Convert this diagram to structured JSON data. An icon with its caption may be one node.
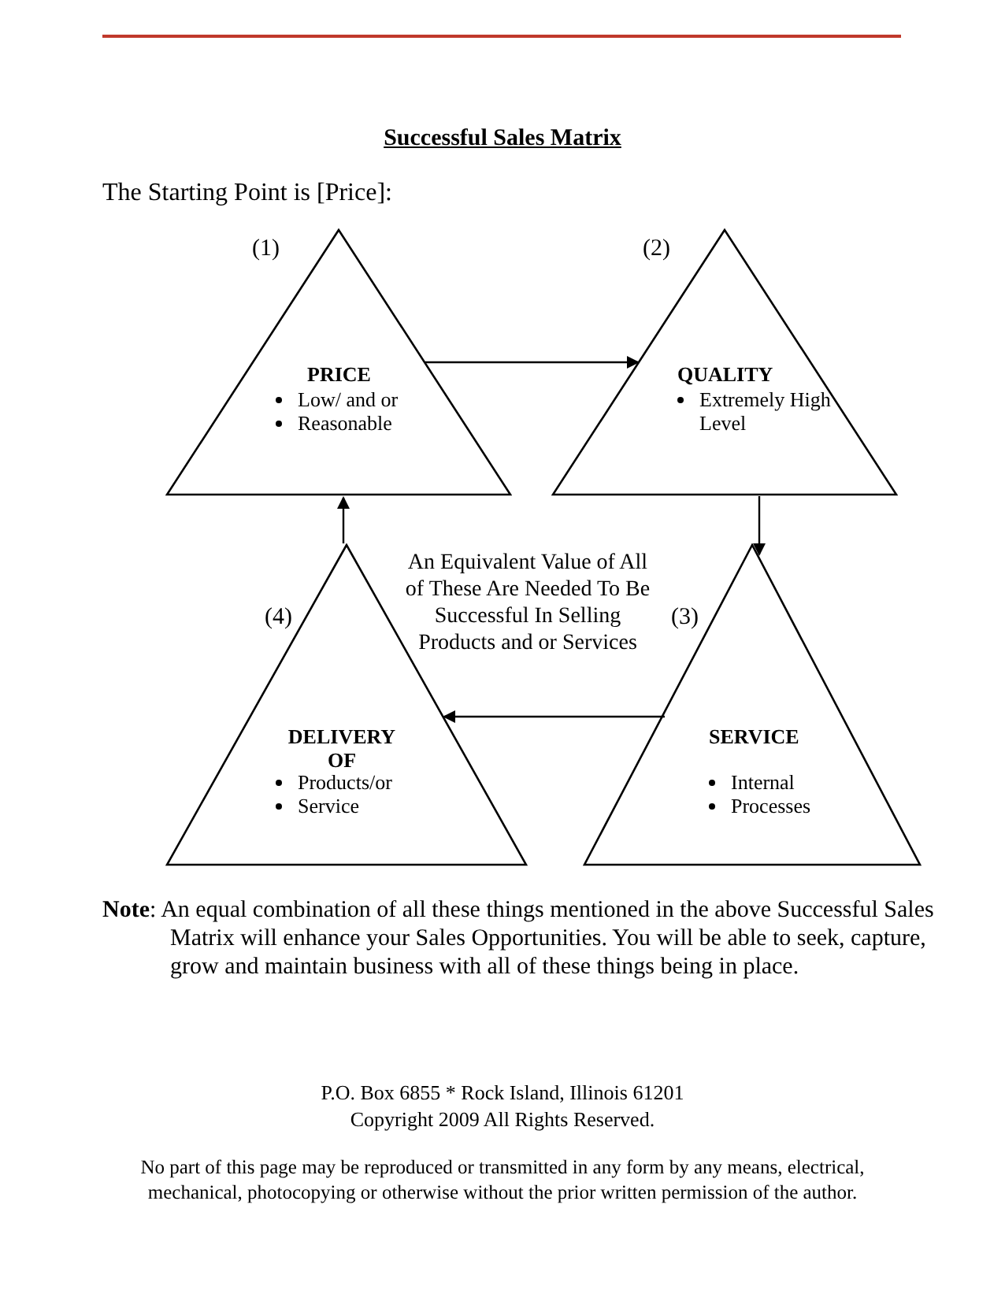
{
  "diagram": {
    "title": "Successful Sales Matrix",
    "nodes": [
      {
        "text": [
          "PRICE",
          "Low/ and or",
          "Reasonable"
        ],
        "beside": [
          "(1)"
        ]
      },
      {
        "text": [
          "QUALITY",
          "Extremely High Level"
        ],
        "beside": [
          "(2)"
        ]
      },
      {
        "text": [
          "SERVICE",
          "Internal",
          "Processes"
        ],
        "beside": [
          "(3)"
        ]
      },
      {
        "text": [
          "DELIVERY OF",
          "Products/or",
          "Service"
        ],
        "beside": [
          "(4)"
        ]
      }
    ],
    "edges": [
      {
        "from": 0,
        "to": 1,
        "arrow": "to"
      },
      {
        "from": 1,
        "to": 2,
        "arrow": "to"
      },
      {
        "from": 2,
        "to": 3,
        "arrow": "to"
      },
      {
        "from": 3,
        "to": 0,
        "arrow": "to"
      }
    ],
    "labels": [
      "The Starting Point is [Price]:",
      "An Equivalent Value of All of These Are Needed To Be Successful In Selling Products and or Services",
      "**Note**:  An equal combination of all these things mentioned in the above Successful Sales Matrix will enhance your Sales Opportunities.  You will be able to seek, capture, grow and maintain business with all of these things being in place.",
      "P.O. Box 6855 * Rock Island, Illinois 61201",
      "Copyright 2009 All Rights Reserved.",
      "No part of this page may be reproduced or transmitted in any form by any means, electrical, mechanical, photocopying or otherwise without the prior written permission of the author."
    ]
  }
}
